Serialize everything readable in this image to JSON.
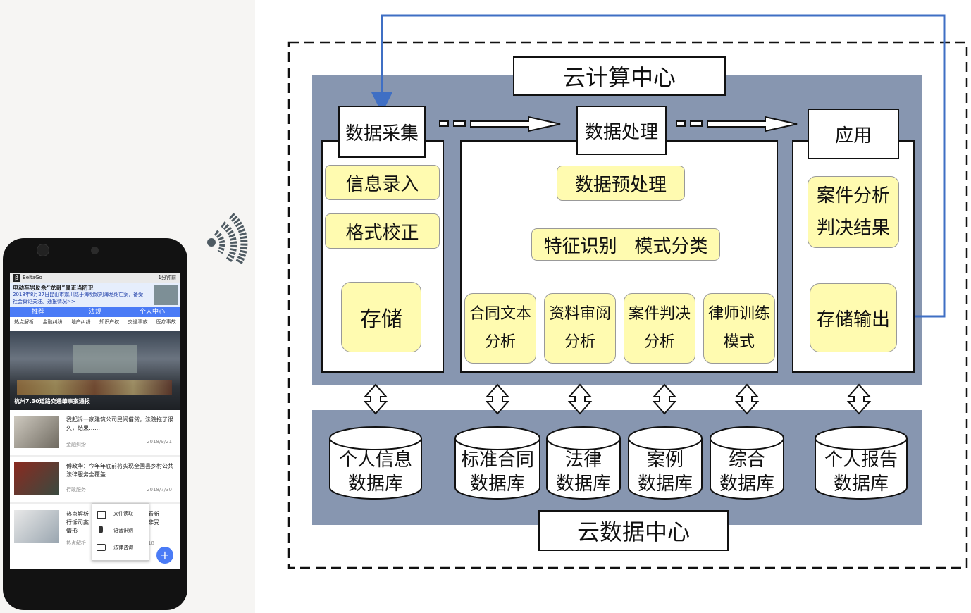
{
  "phone": {
    "app_name": "BeltaGo",
    "status_time": "1分钟前",
    "headline_title": "电动车男反杀“龙哥”属正当防卫",
    "headline_body": "2018年8月27日昆山市震川路于海明致刘海龙死亡案，备受社会舆论关注。通报情况>>",
    "tabs": [
      "推荐",
      "法规",
      "个人中心"
    ],
    "categories": [
      "热点解析",
      "金融纠纷",
      "地产纠纷",
      "知识产权",
      "交通事故",
      "医疗事故"
    ],
    "banner_caption": "杭州7.30道路交通肇事案通报",
    "news": [
      {
        "title": "我起诉一家建筑公司民间借贷，法院拖了很久，结果……",
        "tag": "金融纠纷",
        "date": "2018/9/21"
      },
      {
        "title": "傅政华：今年年底前将实现全国县乡村公共法律服务全覆盖",
        "tag": "行政服务",
        "date": "2018/7/30"
      },
      {
        "title": "热点解析行诉司案情形",
        "title_tail": "看新非受",
        "tag": "热点解析",
        "date": "18"
      }
    ],
    "menu": [
      "文件读取",
      "语音识别",
      "法律咨询"
    ],
    "fab": "+"
  },
  "diagram": {
    "cloud_compute": "云计算中心",
    "cloud_data": "云数据中心",
    "stages": [
      "数据采集",
      "数据处理",
      "应用"
    ],
    "collect": [
      "信息录入",
      "格式校正",
      "存储"
    ],
    "process_pre": "数据预处理",
    "process_feature": "特征识别   模式分类",
    "process_modules": [
      [
        "合同文本",
        "分析"
      ],
      [
        "资料审阅",
        "分析"
      ],
      [
        "案件判决",
        "分析"
      ],
      [
        "律师训练",
        "模式"
      ]
    ],
    "app_analysis": [
      "案件分析",
      "判决结果"
    ],
    "app_output": "存储输出",
    "databases": [
      [
        "个人信息",
        "数据库"
      ],
      [
        "标准合同",
        "数据库"
      ],
      [
        "法律",
        "数据库"
      ],
      [
        "案例",
        "数据库"
      ],
      [
        "综合",
        "数据库"
      ],
      [
        "个人报告",
        "数据库"
      ]
    ],
    "colors": {
      "steel": "#8796b0",
      "yellow": "#fffbb0",
      "loop_line": "#3f6fc4"
    }
  }
}
